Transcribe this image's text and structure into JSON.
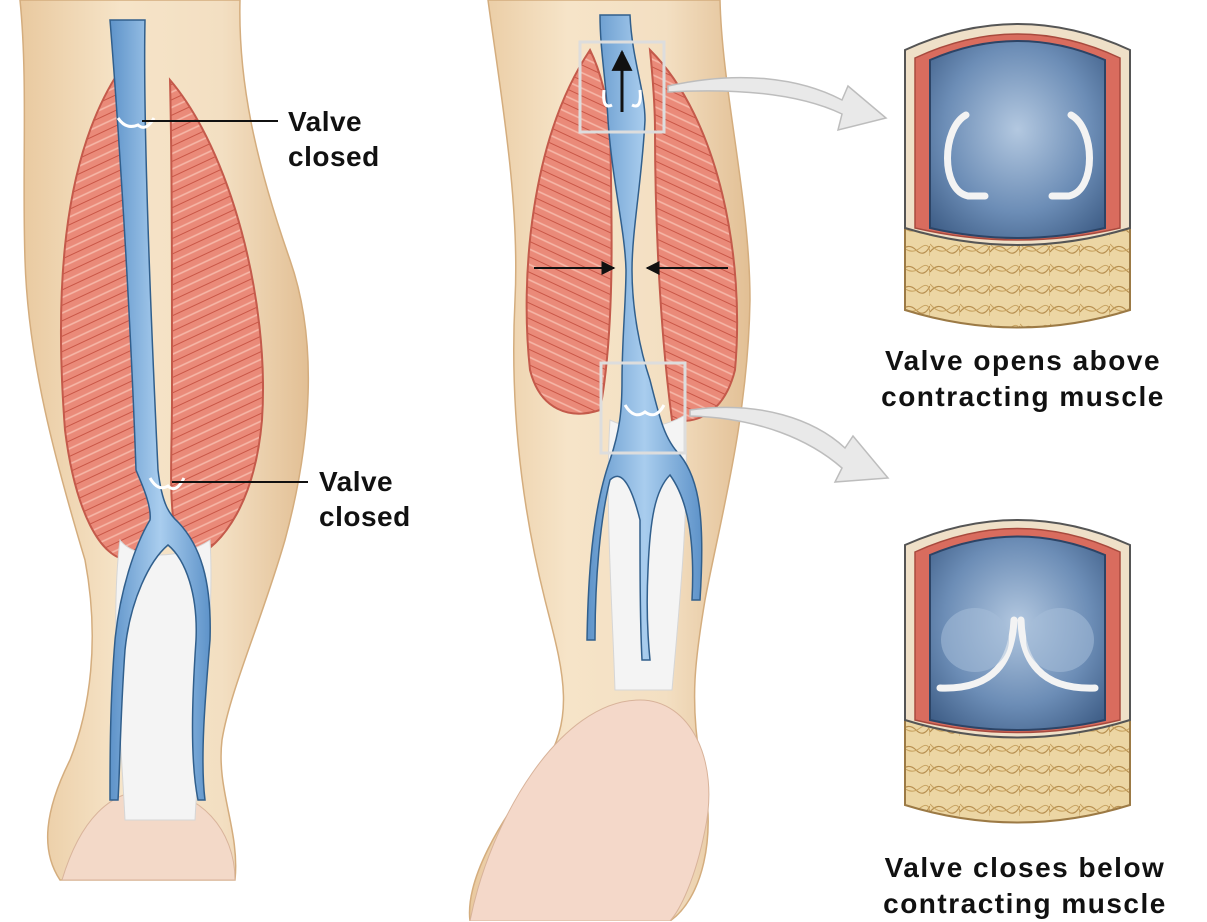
{
  "labels": {
    "upper_valve": {
      "line1": "Valve",
      "line2": "closed"
    },
    "lower_valve": {
      "line1": "Valve",
      "line2": "closed"
    }
  },
  "captions": {
    "top": {
      "line1": "Valve opens above",
      "line2": "contracting muscle"
    },
    "bottom": {
      "line1": "Valve closes below",
      "line2": "contracting muscle"
    }
  },
  "colors": {
    "skin": "#f2dcbc",
    "skin_shadow": "#e3c196",
    "muscle": "#e0786a",
    "vein": "#7eaedc",
    "tendon": "#f3f3f3",
    "vein_interior": "#5f82ad",
    "tissue": "#e8cf98"
  }
}
